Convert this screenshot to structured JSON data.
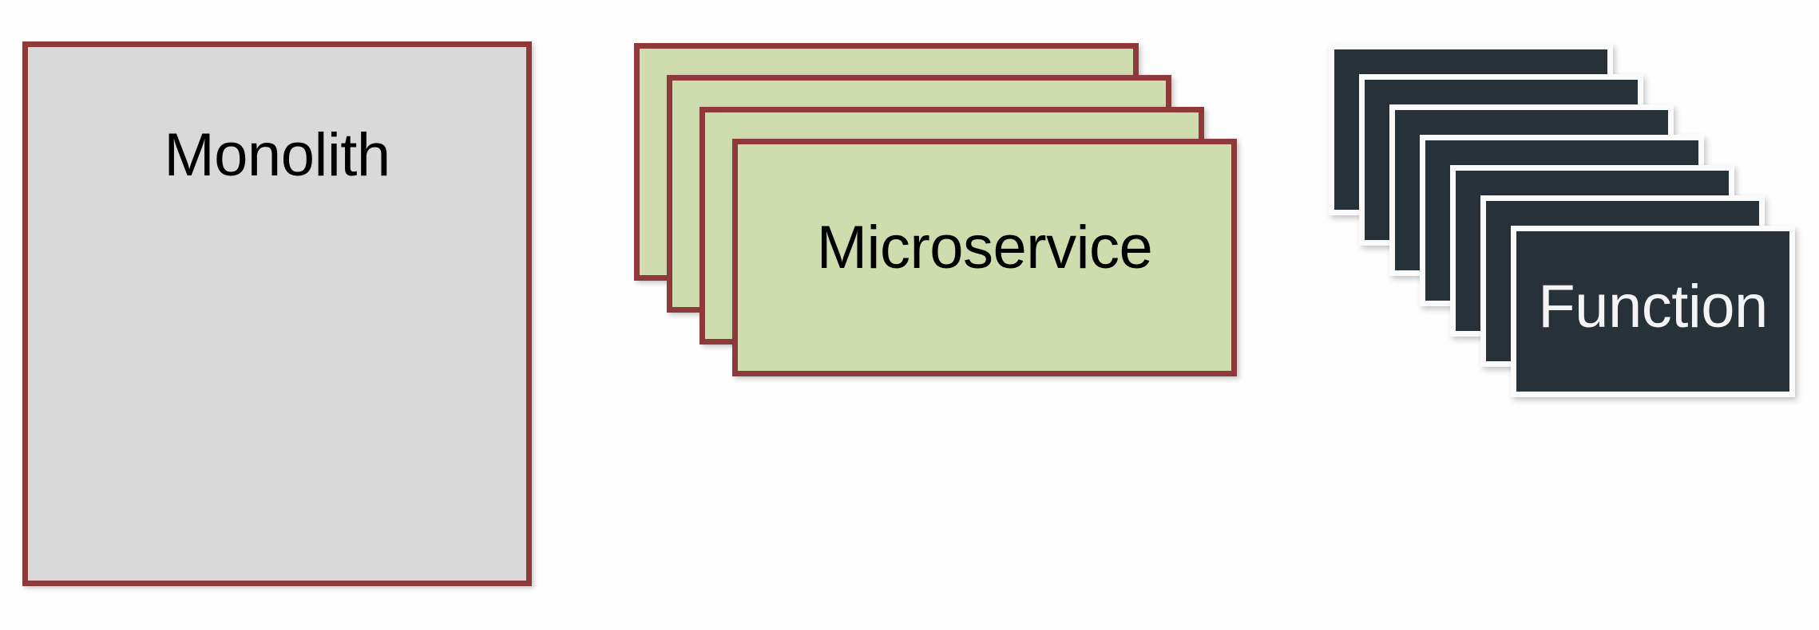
{
  "diagram": {
    "type": "architecture-evolution-diagram",
    "background_color": "#fefefe",
    "groups": [
      {
        "id": "monolith",
        "label": "Monolith",
        "card_count": 1,
        "fill_color": "#d9d9d9",
        "border_color": "#8e3a3a",
        "text_color": "#000000"
      },
      {
        "id": "microservice",
        "label": "Microservice",
        "card_count": 4,
        "fill_color": "#cedcae",
        "border_color": "#8e3a3a",
        "text_color": "#000000"
      },
      {
        "id": "function",
        "label": "Function",
        "card_count": 7,
        "fill_color": "#263238",
        "border_color": "#fbfbfb",
        "text_color": "#f4f4f4"
      }
    ]
  },
  "monolith": {
    "label": "Monolith"
  },
  "microservice": {
    "label": "Microservice"
  },
  "function": {
    "label": "Function"
  }
}
